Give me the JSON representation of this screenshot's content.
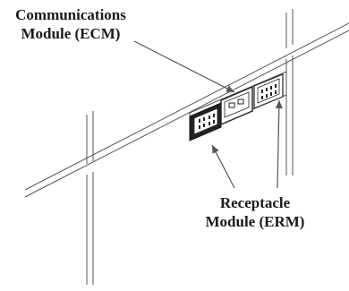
{
  "labels": {
    "ecm": {
      "line1": "Communications",
      "line2": "Module (ECM)"
    },
    "erm": {
      "line1": "Receptacle",
      "line2": "Module (ERM)"
    }
  },
  "colors": {
    "line": "#555555",
    "ink": "#1a1a1a",
    "plate": "#ffffff"
  }
}
